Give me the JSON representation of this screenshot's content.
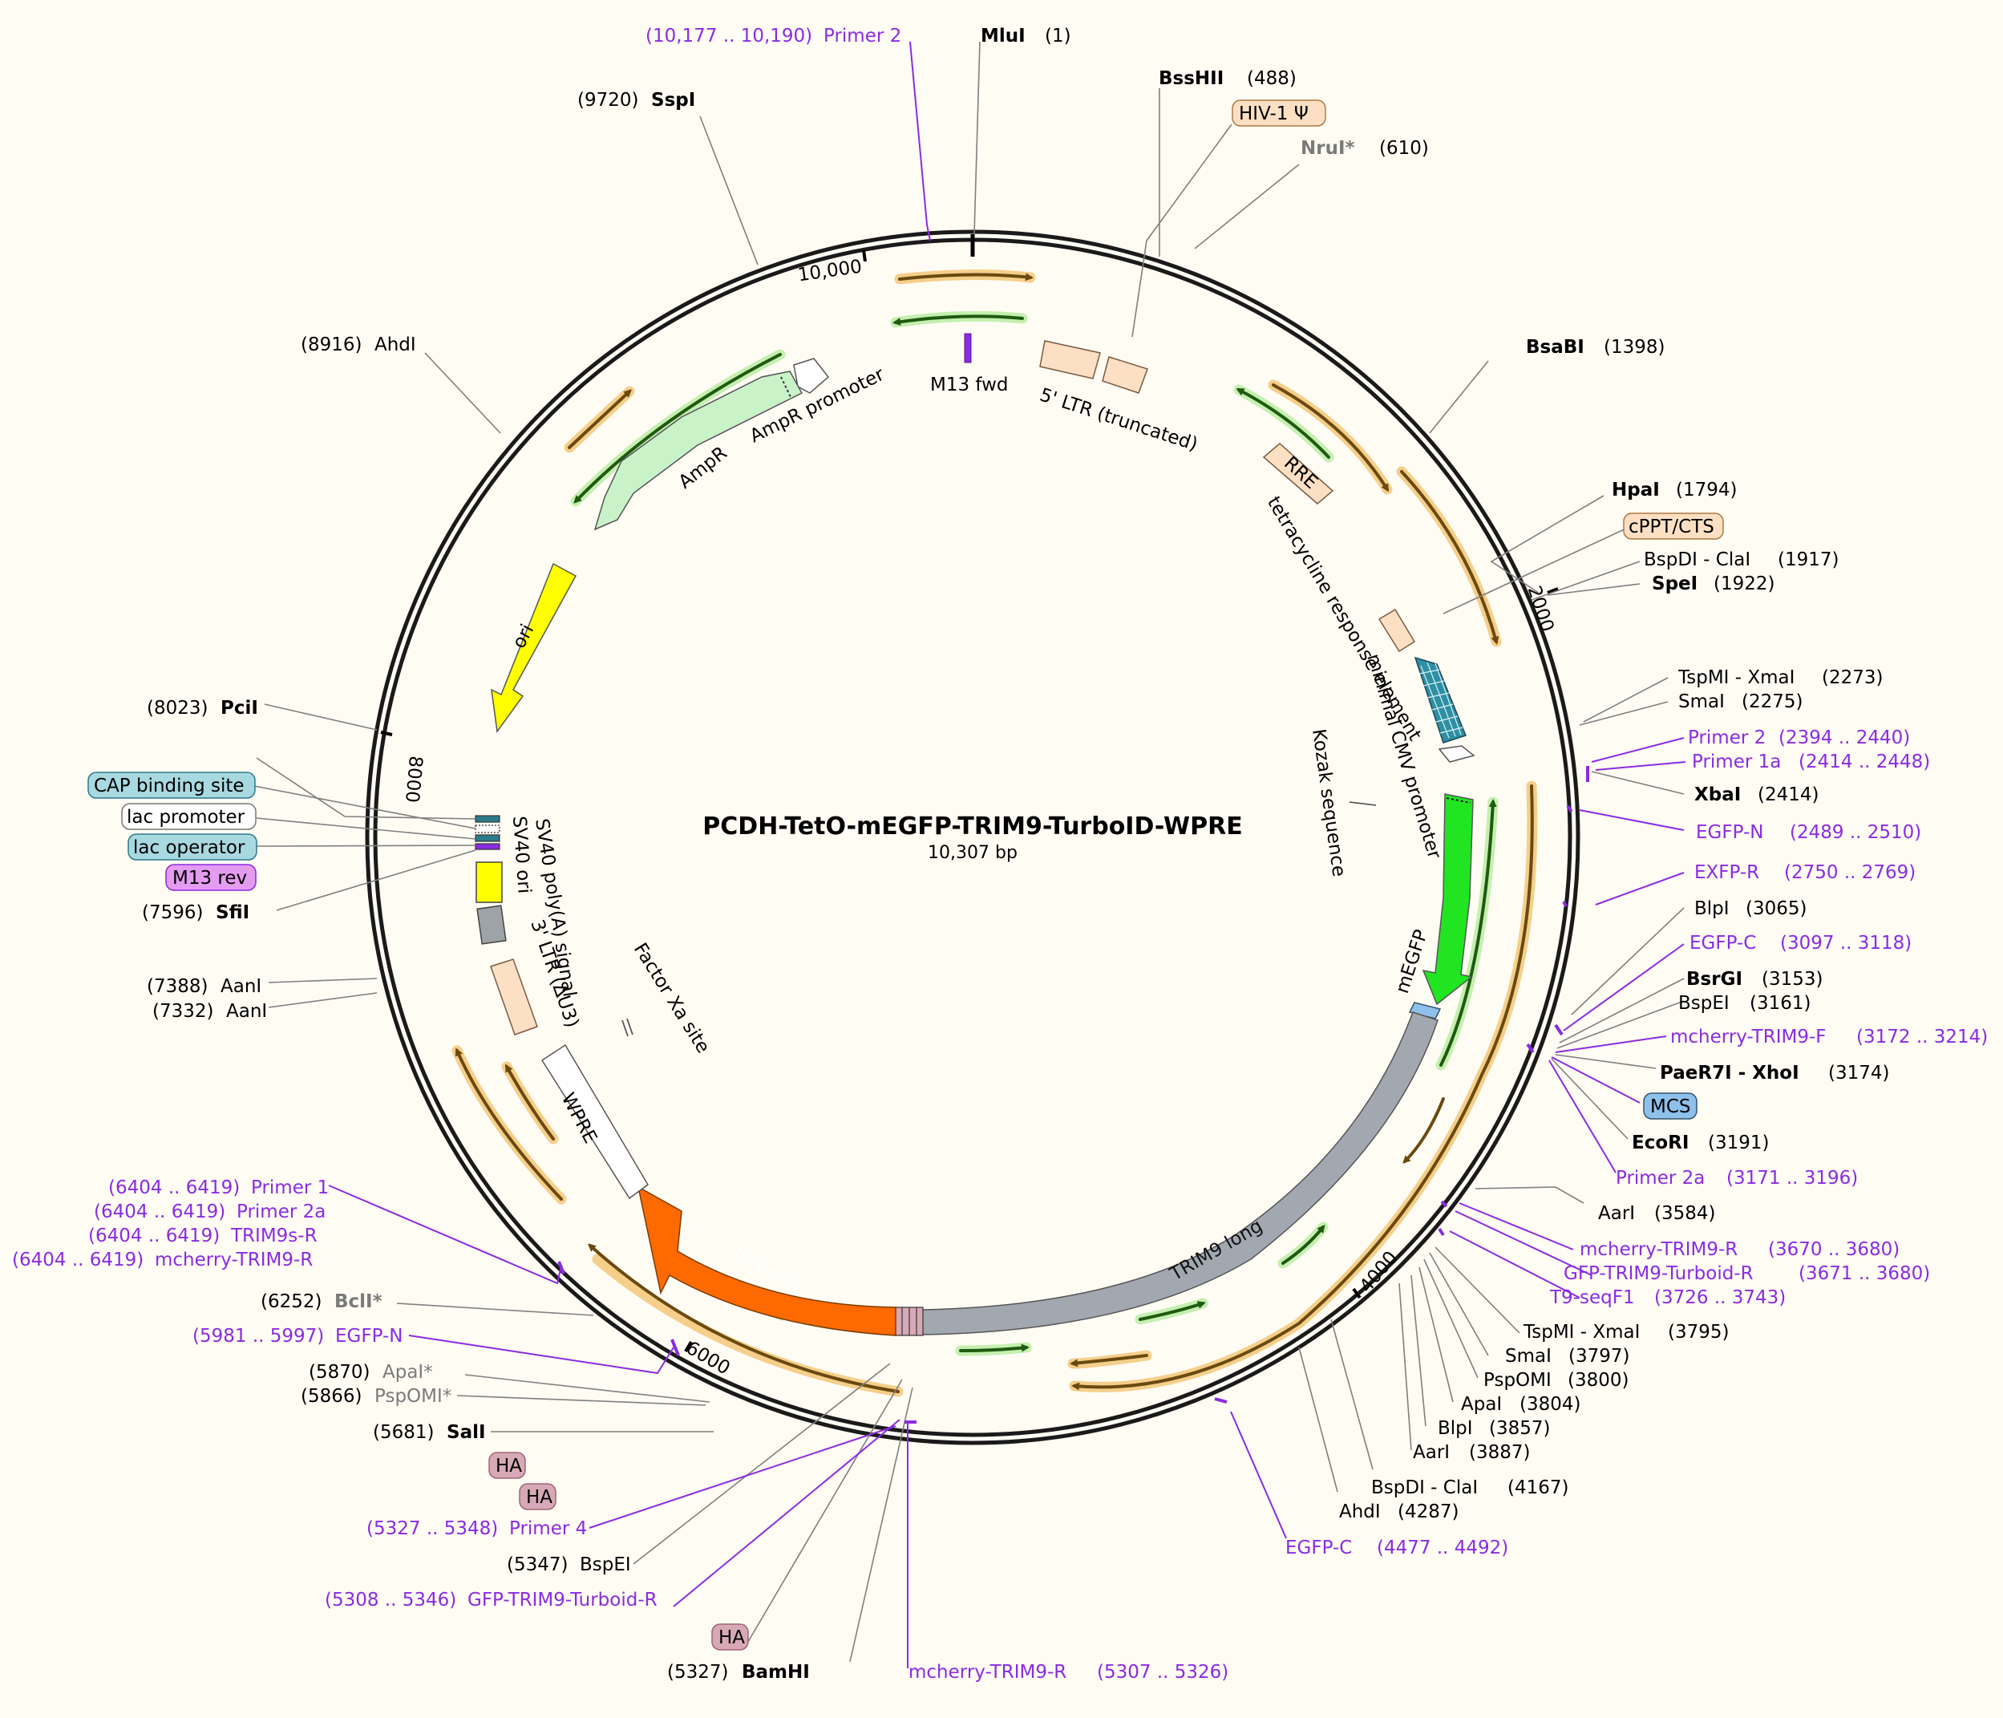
{
  "title": "PCDH-TetO-mEGFP-TRIM9-TurboID-WPRE",
  "size": "10,307 bp",
  "ticks": [
    "10,000",
    "2000",
    "4000",
    "6000",
    "8000"
  ],
  "features": {
    "m13_fwd": "M13 fwd",
    "ltr5": "5' LTR (truncated)",
    "ampr_promoter": "AmpR promoter",
    "ampr": "AmpR",
    "ori": "ori",
    "rre": "RRE",
    "tre": "tetracycline response element",
    "min_cmv": "minimal CMV promoter",
    "kozak": "Kozak sequence",
    "megfp": "mEGFP",
    "trim9": "TRIM9 long",
    "turboid": "TurboID",
    "wpre": "WPRE",
    "ltr3": "3' LTR (ΔU3)",
    "sv40polya": "SV40 poly(A) signal",
    "sv40ori": "SV40 ori",
    "factor_xa": "Factor Xa site"
  },
  "labels": {
    "primer2_top_pos": "(10,177 .. 10,190)",
    "primer2_top": "Primer 2",
    "mlui": "MluI",
    "mlui_pos": "(1)",
    "bsshii": "BssHII",
    "bsshii_pos": "(488)",
    "hiv_psi": "HIV-1 Ψ",
    "nrui": "NruI*",
    "nrui_pos": "(610)",
    "sspi_pos": "(9720)",
    "sspi": "SspI",
    "ahdi_pos": "(8916)",
    "ahdi": "AhdI",
    "bsabi": "BsaBI",
    "bsabi_pos": "(1398)",
    "hpai": "HpaI",
    "hpai_pos": "(1794)",
    "cppt": "cPPT/CTS",
    "bspdi1": "BspDI - ClaI",
    "bspdi1_pos": "(1917)",
    "spei": "SpeI",
    "spei_pos": "(1922)",
    "tspmi1": "TspMI - XmaI",
    "tspmi1_pos": "(2273)",
    "smai1": "SmaI",
    "smai1_pos": "(2275)",
    "primer2b": "Primer 2",
    "primer2b_pos": "(2394 .. 2440)",
    "primer1a": "Primer 1a",
    "primer1a_pos": "(2414 .. 2448)",
    "xbai": "XbaI",
    "xbai_pos": "(2414)",
    "egfpn1": "EGFP-N",
    "egfpn1_pos": "(2489 .. 2510)",
    "exfpr": "EXFP-R",
    "exfpr_pos": "(2750 .. 2769)",
    "blpi1": "BlpI",
    "blpi1_pos": "(3065)",
    "egfpc1": "EGFP-C",
    "egfpc1_pos": "(3097 .. 3118)",
    "bsrgi": "BsrGI",
    "bsrgi_pos": "(3153)",
    "bspei1": "BspEI",
    "bspei1_pos": "(3161)",
    "mchf": "mcherry-TRIM9-F",
    "mchf_pos": "(3172 .. 3214)",
    "paer7i": "PaeR7I - XhoI",
    "paer7i_pos": "(3174)",
    "mcs": "MCS",
    "ecori": "EcoRI",
    "ecori_pos": "(3191)",
    "primer2a1": "Primer 2a",
    "primer2a1_pos": "(3171 .. 3196)",
    "aari1": "AarI",
    "aari1_pos": "(3584)",
    "mchr1": "mcherry-TRIM9-R",
    "mchr1_pos": "(3670 .. 3680)",
    "gfptt1": "GFP-TRIM9-Turboid-R",
    "gfptt1_pos": "(3671 .. 3680)",
    "t9seq": "T9-seqF1",
    "t9seq_pos": "(3726 .. 3743)",
    "tspmi2": "TspMI - XmaI",
    "tspmi2_pos": "(3795)",
    "smai2": "SmaI",
    "smai2_pos": "(3797)",
    "pspomi2": "PspOMI",
    "pspomi2_pos": "(3800)",
    "apai2": "ApaI",
    "apai2_pos": "(3804)",
    "blpi2": "BlpI",
    "blpi2_pos": "(3857)",
    "aari2": "AarI",
    "aari2_pos": "(3887)",
    "bspdi2": "BspDI - ClaI",
    "bspdi2_pos": "(4167)",
    "ahdi2": "AhdI",
    "ahdi2_pos": "(4287)",
    "egfpc2": "EGFP-C",
    "egfpc2_pos": "(4477 .. 4492)",
    "mchr2": "mcherry-TRIM9-R",
    "mchr2_pos": "(5307 .. 5326)",
    "bamhi_pos": "(5327)",
    "bamhi": "BamHI",
    "ha1": "HA",
    "ha2": "HA",
    "ha3": "HA",
    "gfptt2_pos": "(5308 .. 5346)",
    "gfptt2": "GFP-TRIM9-Turboid-R",
    "bspei2_pos": "(5347)",
    "bspei2": "BspEI",
    "primer4_pos": "(5327 .. 5348)",
    "primer4": "Primer 4",
    "sali_pos": "(5681)",
    "sali": "SalI",
    "pspomi1_pos": "(5866)",
    "pspomi1": "PspOMI*",
    "apai1_pos": "(5870)",
    "apai1": "ApaI*",
    "egfpn2_pos": "(5981 .. 5997)",
    "egfpn2": "EGFP-N",
    "bcli_pos": "(6252)",
    "bcli": "BclI*",
    "p1_pos": "(6404 .. 6419)",
    "p1": "Primer 1",
    "p2a_pos": "(6404 .. 6419)",
    "p2a": "Primer 2a",
    "t9r_pos": "(6404 .. 6419)",
    "t9r": "TRIM9s-R",
    "mchr3_pos": "(6404 .. 6419)",
    "mchr3": "mcherry-TRIM9-R",
    "aani1_pos": "(7388)",
    "aani1": "AanI",
    "aani2_pos": "(7332)",
    "aani2": "AanI",
    "sfii_pos": "(7596)",
    "sfii": "SfiI",
    "m13rev": "M13 rev",
    "lac_operator": "lac operator",
    "lac_promoter": "lac promoter",
    "cap": "CAP binding site",
    "pcii_pos": "(8023)",
    "pcii": "PciI"
  },
  "colors": {
    "backbone": "#1a1a1a",
    "orf_orange": "#e8a33a",
    "orf_green": "#4aa62a",
    "ampr": "#c9f2c9",
    "ori": "#ffff00",
    "megfp": "#22e522",
    "trim9": "#a2a8b0",
    "turboid": "#ff6a00",
    "ltr": "#fde0c4",
    "primer": "#8a2be2",
    "site_line": "#7f7f7f",
    "bg": "#fffcf4"
  }
}
